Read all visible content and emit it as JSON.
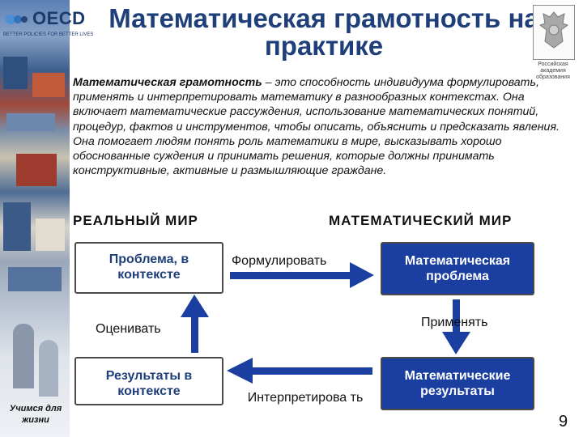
{
  "logo": {
    "word": "OECD",
    "tagline": "BETTER POLICIES FOR BETTER LIVES"
  },
  "title": "Математическая грамотность на практике",
  "emblem": {
    "caption": "Российская академия образования"
  },
  "definition": {
    "term": "Математическая грамотность",
    "text": " – это способность индивидуума формулировать, применять и интерпретировать математику в разнообразных контекстах. Она включает математические рассуждения, использование математических понятий, процедур, фактов и инструментов, чтобы описать, объяснить и предсказать явления. Она помогает людям понять роль математики в мире, высказывать хорошо обоснованные суждения и принимать решения, которые должны принимать конструктивные, активные и размышляющие граждане."
  },
  "headings": {
    "real_world": "РЕАЛЬНЫЙ МИР",
    "math_world": "МАТЕМАТИЧЕСКИЙ МИР"
  },
  "boxes": {
    "problem_context": "Проблема, в контексте",
    "math_problem": "Математическая проблема",
    "results_context": "Результаты в контексте",
    "math_results": "Математические результаты"
  },
  "labels": {
    "formulate": "Формулировать",
    "apply": "Применять",
    "evaluate": "Оценивать",
    "interpret": "Интерпретирова ть"
  },
  "footer": {
    "learn_life": "Учимся для жизни",
    "page_number": "9"
  },
  "colors": {
    "title": "#1f3f7a",
    "math_box": "#1a3fa0",
    "arrow": "#1a3fa0"
  }
}
